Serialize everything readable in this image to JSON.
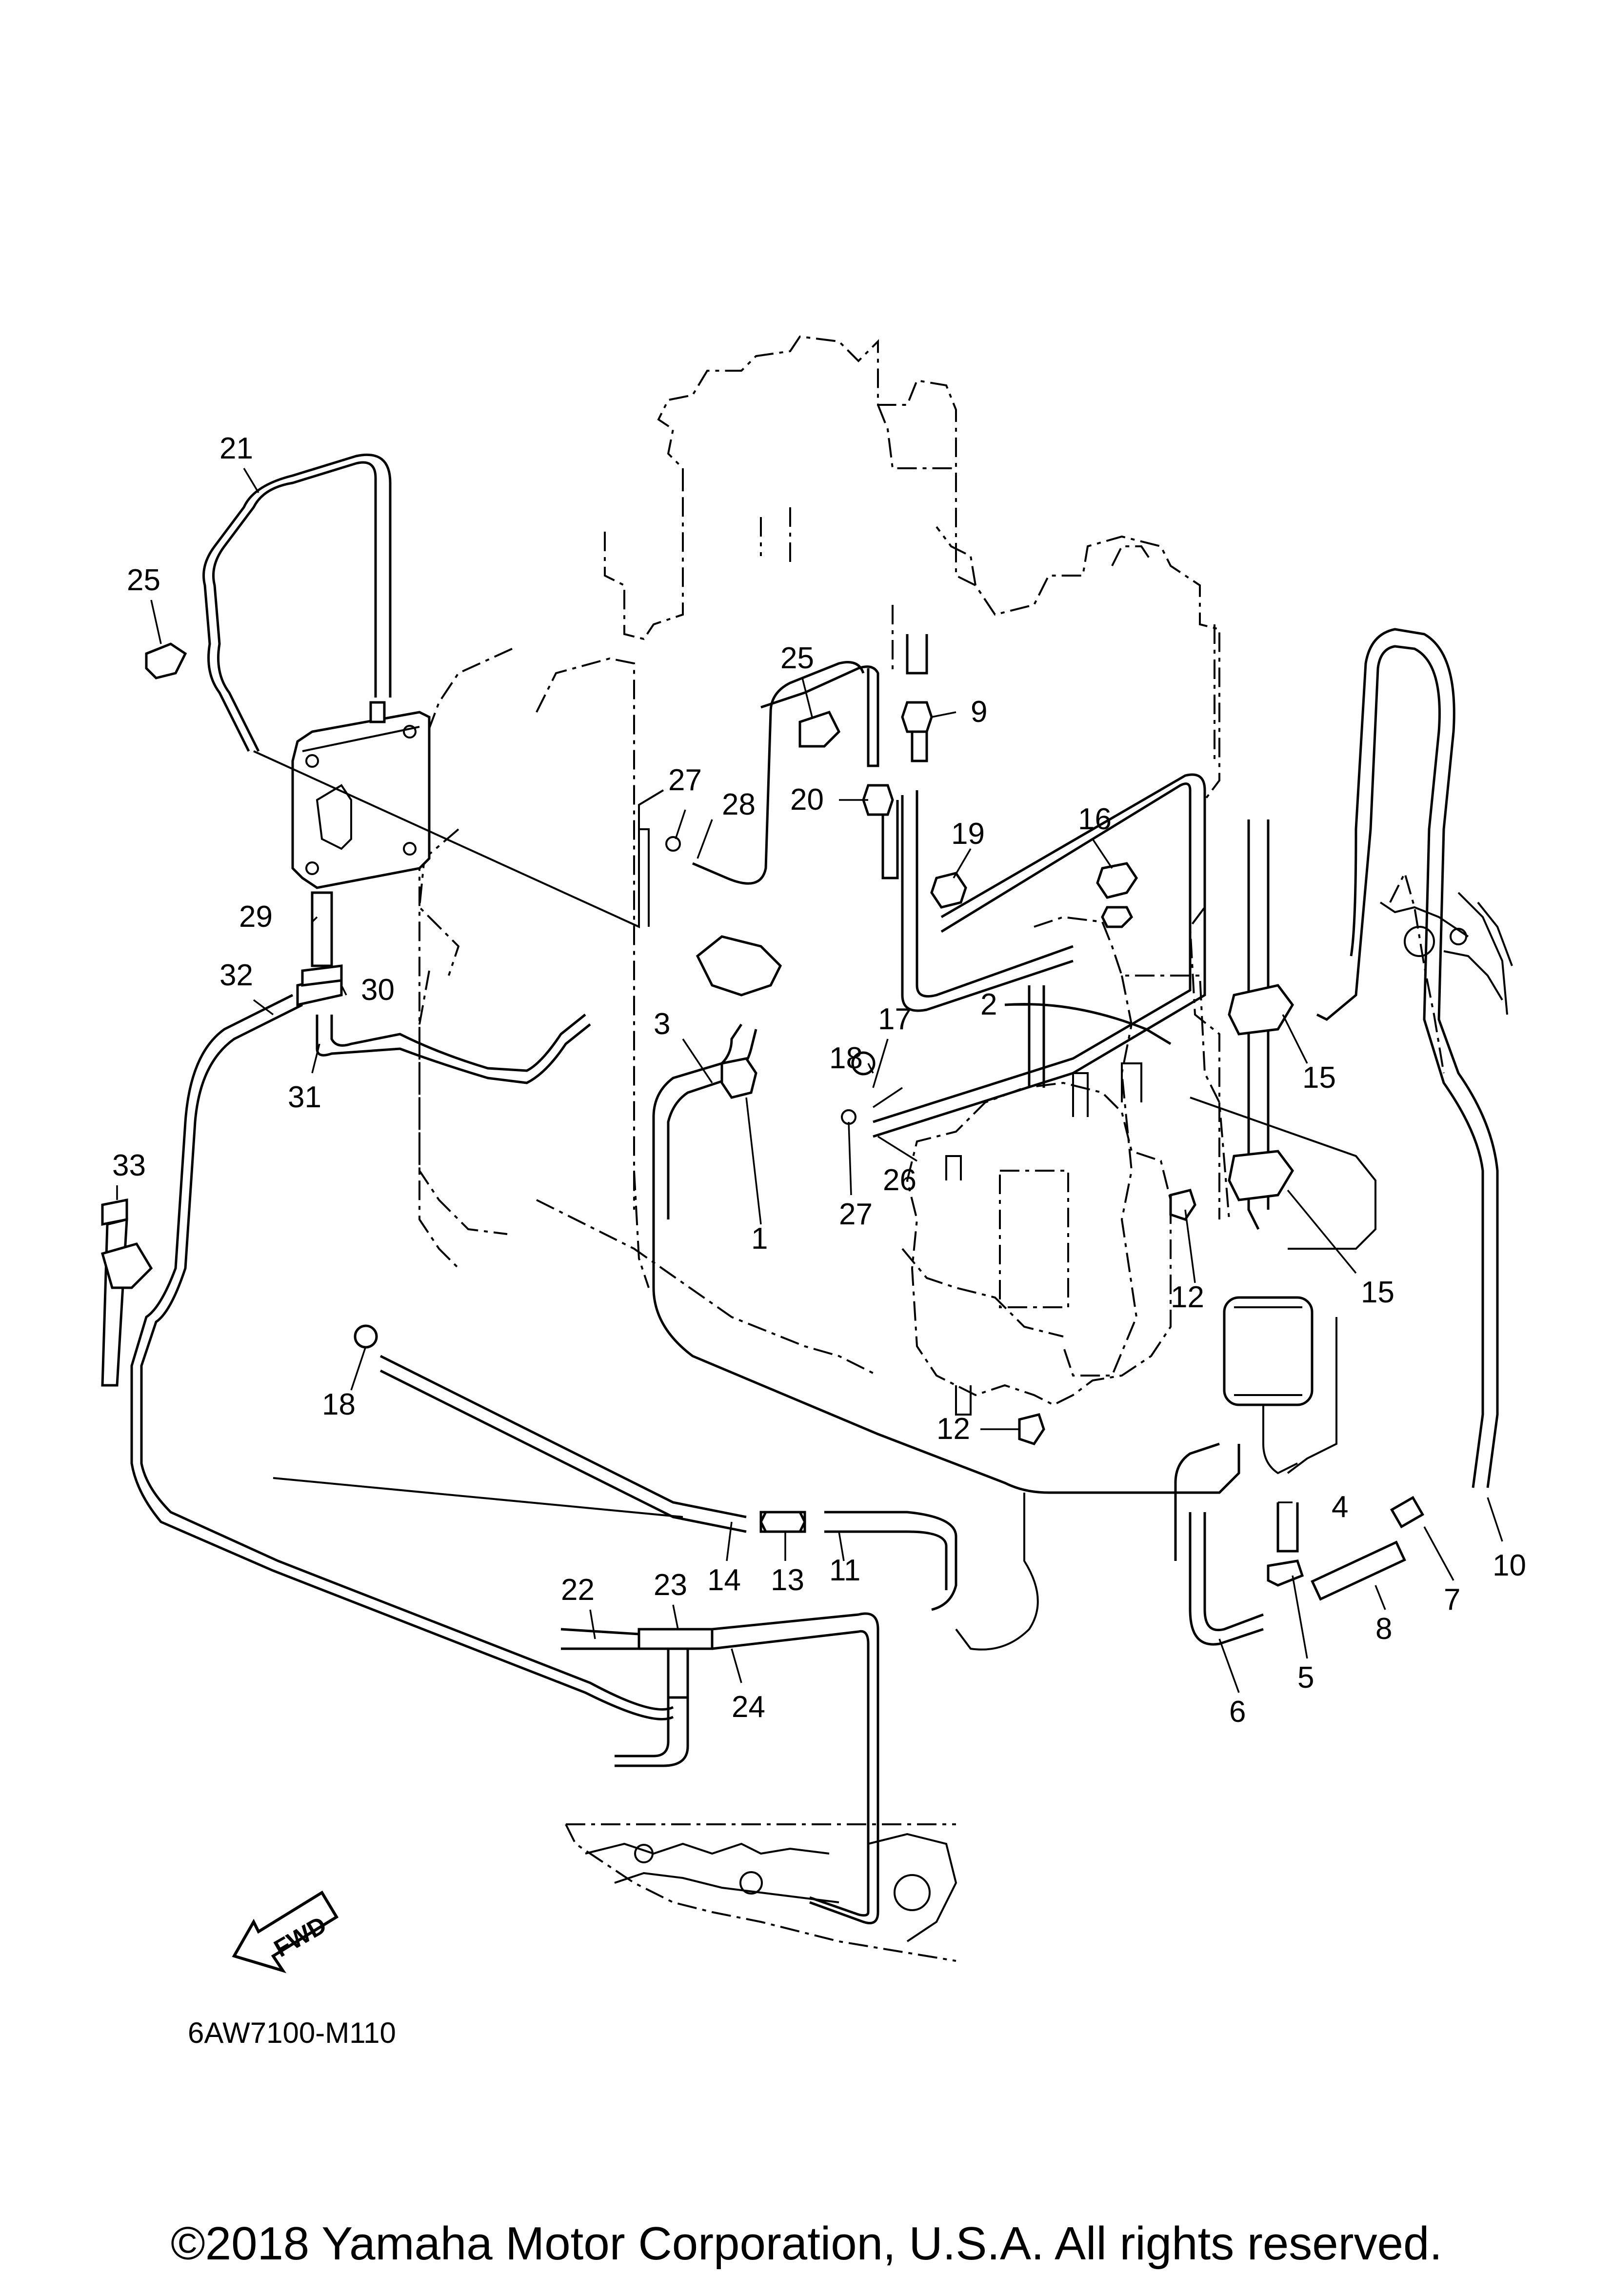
{
  "diagram": {
    "callouts": [
      "1",
      "2",
      "3",
      "4",
      "5",
      "6",
      "7",
      "8",
      "9",
      "10",
      "11",
      "12",
      "12",
      "13",
      "14",
      "15",
      "15",
      "16",
      "17",
      "18",
      "18",
      "19",
      "20",
      "21",
      "22",
      "23",
      "24",
      "25",
      "25",
      "26",
      "27",
      "27",
      "28",
      "29",
      "30",
      "31",
      "32",
      "33"
    ],
    "fwd_label": "FWD",
    "reference_code": "6AW7100-M110"
  },
  "footer": {
    "copyright": "©2018 Yamaha Motor Corporation, U.S.A. All rights reserved."
  }
}
